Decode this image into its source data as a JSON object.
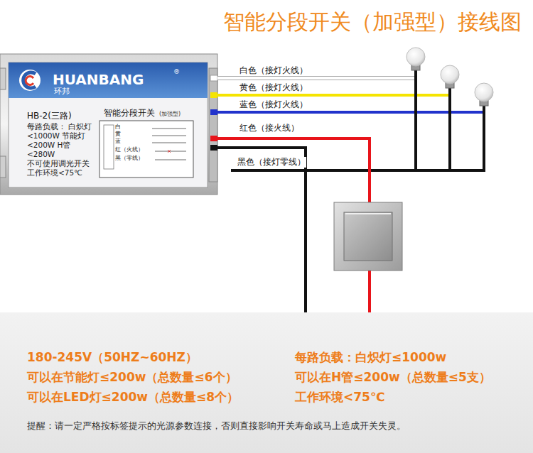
{
  "diagram": {
    "title": "智能分段开关（加强型）接线图",
    "nodes": [
      {
        "text": [
          "HUANBANG",
          "®",
          "环邦",
          "HB-2(三路)",
          "每路负载： 白炽灯<1000W 节能灯<200W H管<280W 不可使用调光开关 工作环境<75℃",
          "智能分段开关",
          "(加强型)"
        ]
      },
      {
        "text": [
          "白",
          "黄",
          "蓝",
          "红（火线）",
          "黑（零线）"
        ],
        "in": 0
      },
      {
        "text": [
          "180-245V（50HZ~60HZ）",
          "每路负载：白炽灯≤1000w",
          "可以在节能灯≤200w（总数量≤6个）",
          "可以在H管≤200w（总数量≤5支）",
          "可以在LED灯≤200w（总数量≤8个）",
          "工作环境<75℃",
          "提醒：请一定严格按标签提示的光源参数连接，否则直接影响开关寿命或马上造成开关失灵。"
        ]
      }
    ],
    "labels": [
      "白色（接灯火线）",
      "黄色（接灯火线）",
      "蓝色（接灯火线）",
      "红色（接火线）",
      "黑色（接灯零线）"
    ]
  }
}
